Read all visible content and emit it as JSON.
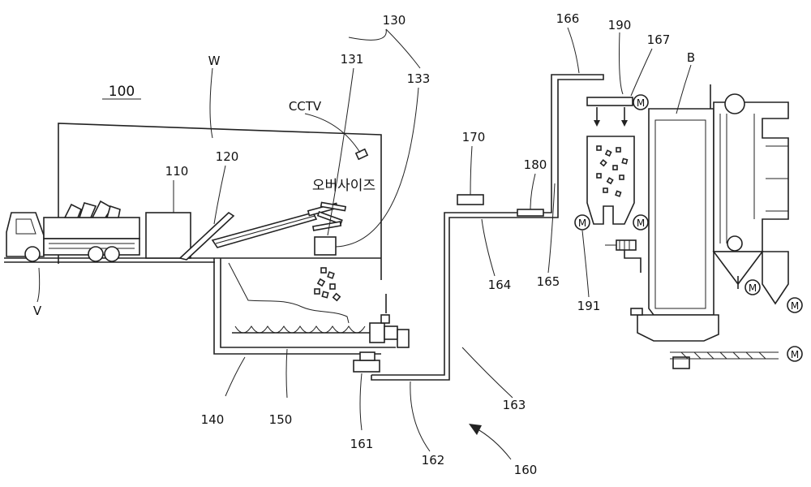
{
  "figure_label": "100",
  "labels": {
    "W": "W",
    "V": "V",
    "B": "B",
    "cctv": "CCTV",
    "oversize": "오버사이즈",
    "n110": "110",
    "n120": "120",
    "n130": "130",
    "n131": "131",
    "n133": "133",
    "n140": "140",
    "n150": "150",
    "n160": "160",
    "n161": "161",
    "n162": "162",
    "n163": "163",
    "n164": "164",
    "n165": "165",
    "n166": "166",
    "n167": "167",
    "n170": "170",
    "n180": "180",
    "n190": "190",
    "n191": "191",
    "motor": "M"
  }
}
